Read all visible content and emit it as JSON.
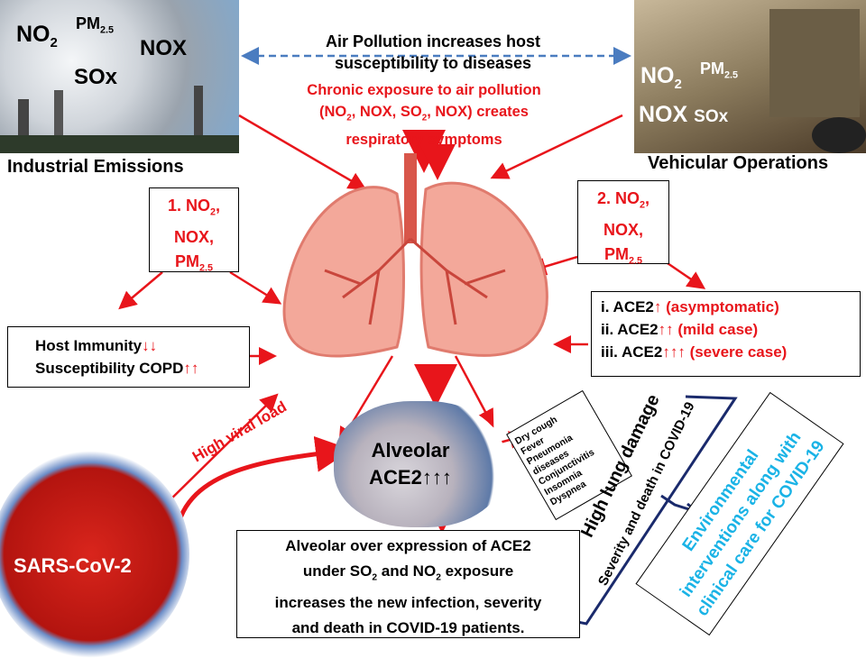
{
  "industrial": {
    "label": "Industrial Emissions",
    "no2": "NO",
    "no2_sub": "2",
    "pm": "PM",
    "pm_sub": "2.5",
    "nox": "NOX",
    "sox": "SOx"
  },
  "vehicular": {
    "label": "Vehicular Operations",
    "no2": "NO",
    "no2_sub": "2",
    "pm": "PM",
    "pm_sub": "2.5",
    "nox": "NOX",
    "sox": "SOx"
  },
  "header": {
    "line1": "Air Pollution increases host",
    "line2": "susceptibility to diseases"
  },
  "chronic": {
    "l1": "Chronic exposure to air pollution",
    "l2a": "(NO",
    "l2b": ", NOX, SO",
    "l2c": ", NOX) creates",
    "l3": "respiratory symptoms",
    "sub": "2"
  },
  "box1": {
    "a": "1. NO",
    "b": "NOX,",
    "c": "PM",
    "sub": "2",
    "pmsub": "2.5"
  },
  "box2": {
    "a": "2. NO",
    "b": "NOX,",
    "c": "PM",
    "sub": "2",
    "pmsub": "2.5"
  },
  "immunity": {
    "l1": "Host Immunity",
    "l1r": "↓↓",
    "l2": "Susceptibility COPD",
    "l2r": "↑↑"
  },
  "ace": {
    "l1": "i. ACE2",
    "l1r": "↑ (asymptomatic)",
    "l2": "ii. ACE2",
    "l2r": "↑↑  (mild case)",
    "l3": "iii. ACE2",
    "l3r": "↑↑↑ (severe case)"
  },
  "alveolar": {
    "l1": "Alveolar",
    "l2": "ACE2↑↑↑"
  },
  "viral": "High viral load",
  "virus": "SARS-CoV-2",
  "symptoms": [
    "Dry cough",
    "Fever",
    "Pneumonia",
    "diseases",
    "Conjunctivitis",
    "Insomnia",
    "Dyspnea"
  ],
  "damage": {
    "l1": "High lung damage",
    "l2": "Severity and death in COVID-19"
  },
  "env": {
    "l1": "Environmental",
    "l2": "interventions along with",
    "l3": "clinical care for COVID-19"
  },
  "bottom": {
    "l1": "Alveolar over expression of ACE2",
    "l2a": "under SO",
    "l2b": " and NO",
    "l2c": " exposure",
    "l3": "increases the new infection, severity",
    "l4": "and death in COVID-19 patients.",
    "sub": "2"
  }
}
